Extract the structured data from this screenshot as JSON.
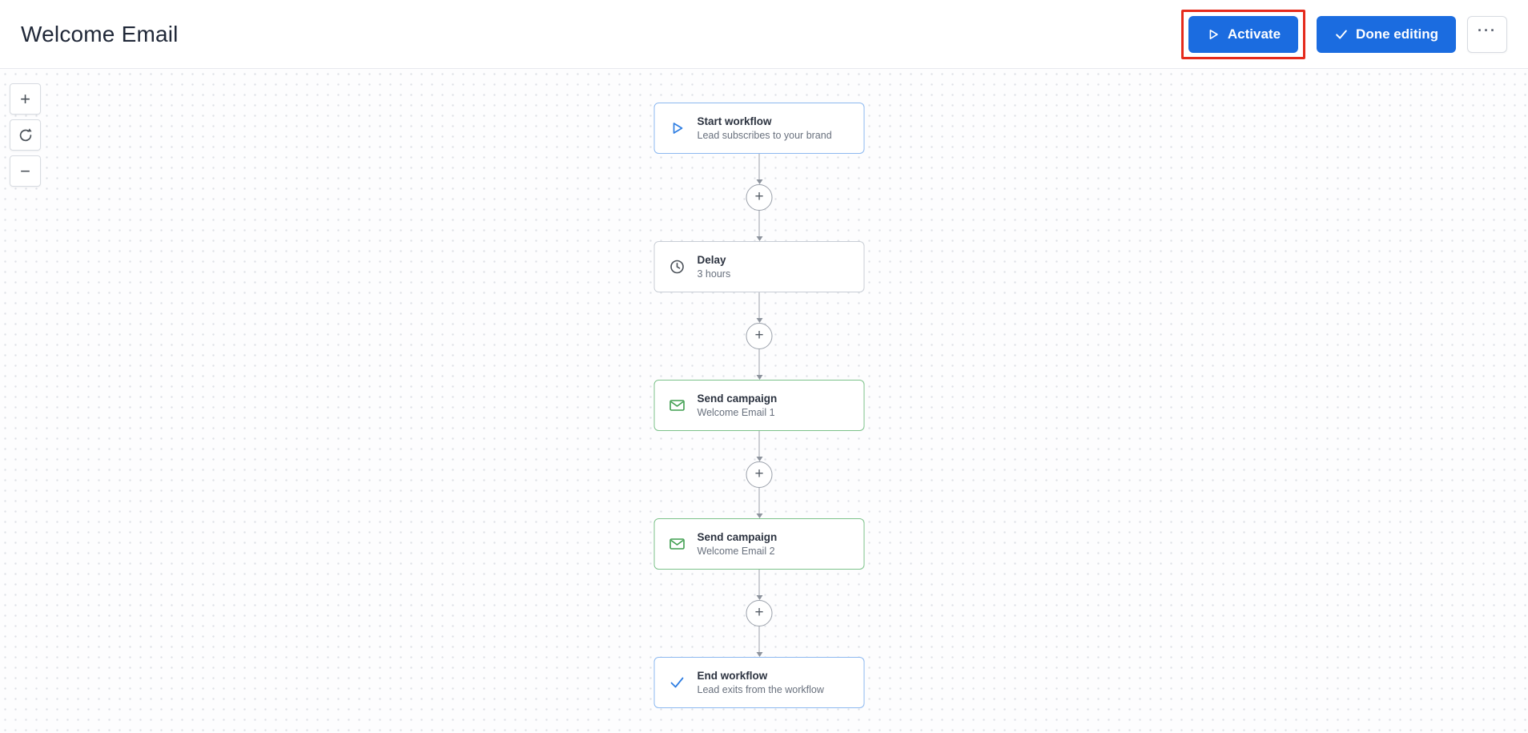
{
  "header": {
    "title": "Welcome Email",
    "activate_label": "Activate",
    "done_editing_label": "Done editing",
    "more_label": "···"
  },
  "canvas_controls": {
    "zoom_in_label": "+",
    "zoom_out_label": "−",
    "reset_icon": "refresh-icon"
  },
  "workflow": {
    "plus_label": "+",
    "nodes": [
      {
        "type": "start",
        "title": "Start workflow",
        "subtitle": "Lead subscribes to your brand",
        "icon": "play-icon",
        "accent": "#8cb8f0"
      },
      {
        "type": "delay",
        "title": "Delay",
        "subtitle": "3 hours",
        "icon": "clock-icon",
        "accent": "#c9ced6"
      },
      {
        "type": "send-campaign",
        "title": "Send campaign",
        "subtitle": "Welcome Email 1",
        "icon": "envelope-icon",
        "accent": "#7cc28a"
      },
      {
        "type": "send-campaign",
        "title": "Send campaign",
        "subtitle": "Welcome Email 2",
        "icon": "envelope-icon",
        "accent": "#7cc28a"
      },
      {
        "type": "end",
        "title": "End workflow",
        "subtitle": "Lead exits from the workflow",
        "icon": "check-icon",
        "accent": "#8cb8f0"
      }
    ]
  },
  "colors": {
    "primary_blue": "#1b6ce0",
    "annotation_red": "#e52a1c",
    "icon_blue": "#2f7ee2",
    "icon_green": "#3f9e4f",
    "icon_gray": "#4a5058"
  }
}
